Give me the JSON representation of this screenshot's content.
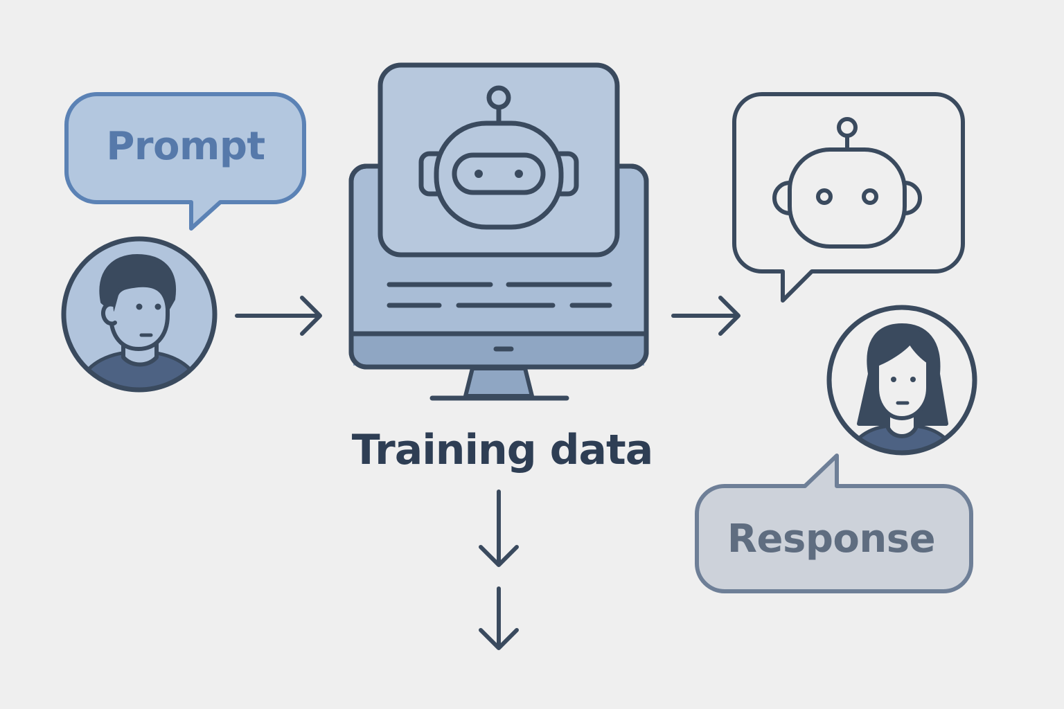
{
  "labels": {
    "prompt": "Prompt",
    "training_data": "Training data",
    "response": "Response"
  },
  "colors": {
    "background": "#efefef",
    "outline": "#3a4a5e",
    "prompt_fill": "#b3c7df",
    "prompt_border": "#5b82b5",
    "prompt_text": "#5679aa",
    "response_fill": "#cdd2da",
    "response_border": "#6e7f97",
    "response_text": "#5f6d80",
    "screen_fill": "#b7c8dd",
    "monitor_fill": "#a9bdd6",
    "stand_fill": "#8fa6c3",
    "avatar_fill": "#b1c4dc",
    "shirt_fill": "#4d6283",
    "text_dark": "#2e3e54"
  },
  "icons": [
    "user-male-icon",
    "user-female-icon",
    "robot-icon",
    "monitor-icon",
    "arrow-right-icon",
    "arrow-down-icon"
  ]
}
